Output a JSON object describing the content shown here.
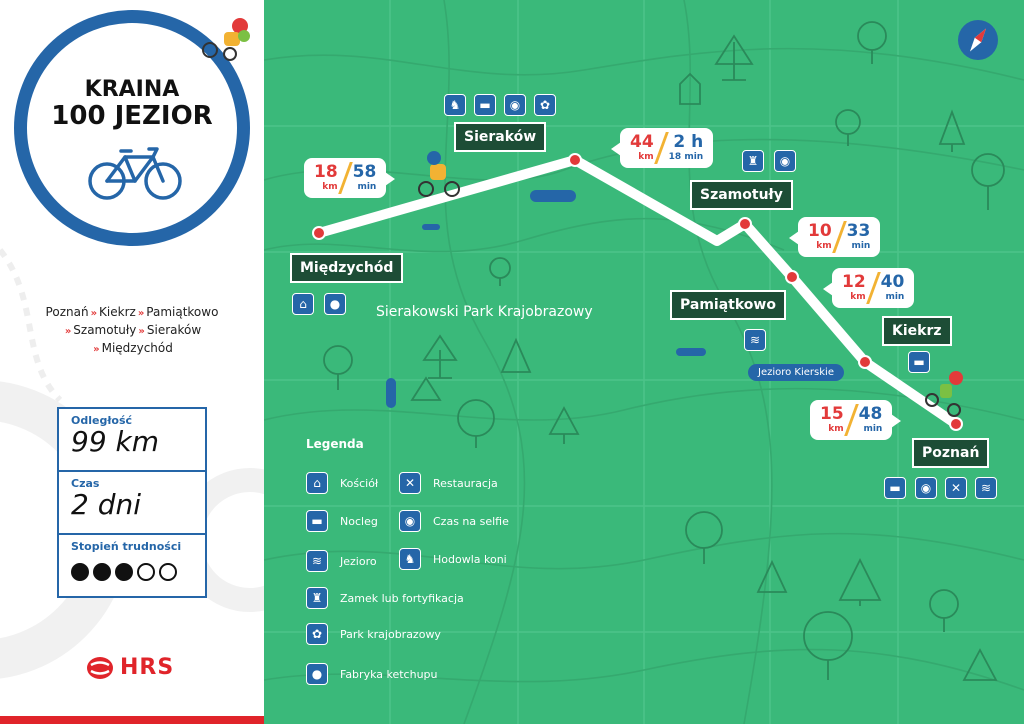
{
  "logo": {
    "line1": "KRAINA",
    "line2": "100 JEZIOR"
  },
  "route_list": [
    "Poznań",
    "Kiekrz",
    "Pamiątkowo",
    "Szamotuły",
    "Sieraków",
    "Międzychód"
  ],
  "route_sep": "»",
  "info": {
    "distance_label": "Odległość",
    "distance_value": "99 km",
    "time_label": "Czas",
    "time_value": "2 dni",
    "difficulty_label": "Stopień trudności",
    "difficulty_level": 3,
    "difficulty_max": 5
  },
  "brand": "HRS",
  "places": {
    "miedzychod": "Międzychód",
    "sierakow": "Sieraków",
    "szamotuly": "Szamotuły",
    "pamiatkowo": "Pamiątkowo",
    "kiekrz": "Kiekrz",
    "poznan": "Poznań"
  },
  "segments": [
    {
      "id": "s1",
      "dist": "18",
      "dist_unit": "km",
      "time": "58",
      "time_unit": "min"
    },
    {
      "id": "s2",
      "dist": "44",
      "dist_unit": "km",
      "time": "2 h",
      "time_unit": "18 min"
    },
    {
      "id": "s3",
      "dist": "10",
      "dist_unit": "km",
      "time": "33",
      "time_unit": "min"
    },
    {
      "id": "s4",
      "dist": "12",
      "dist_unit": "km",
      "time": "40",
      "time_unit": "min"
    },
    {
      "id": "s5",
      "dist": "15",
      "dist_unit": "km",
      "time": "48",
      "time_unit": "min"
    }
  ],
  "park_label": "Sierakowski Park Krajobrazowy",
  "lake_label": "Jezioro Kierskie",
  "legend": {
    "title": "Legenda",
    "items": {
      "church": "Kościół",
      "restaurant": "Restauracja",
      "lodging": "Nocleg",
      "selfie": "Czas na selfie",
      "lake": "Jezioro",
      "horses": "Hodowla koni",
      "castle": "Zamek lub fortyfikacja",
      "park": "Park krajobrazowy",
      "ketchup": "Fabryka ketchupu"
    }
  },
  "colors": {
    "map_bg": "#3ab97a",
    "label_bg": "#1d4d36",
    "accent_blue": "#2566a8",
    "accent_red": "#e23a3a",
    "slash_yellow": "#f2b233"
  },
  "icons": {
    "church": "church-icon",
    "restaurant": "fork-knife-icon",
    "lodging": "bed-icon",
    "selfie": "camera-icon",
    "lake": "waves-icon",
    "horses": "horse-icon",
    "castle": "tower-icon",
    "park": "leaf-icon",
    "ketchup": "tomato-icon",
    "compass": "compass-icon",
    "bike": "bicycle-icon"
  }
}
